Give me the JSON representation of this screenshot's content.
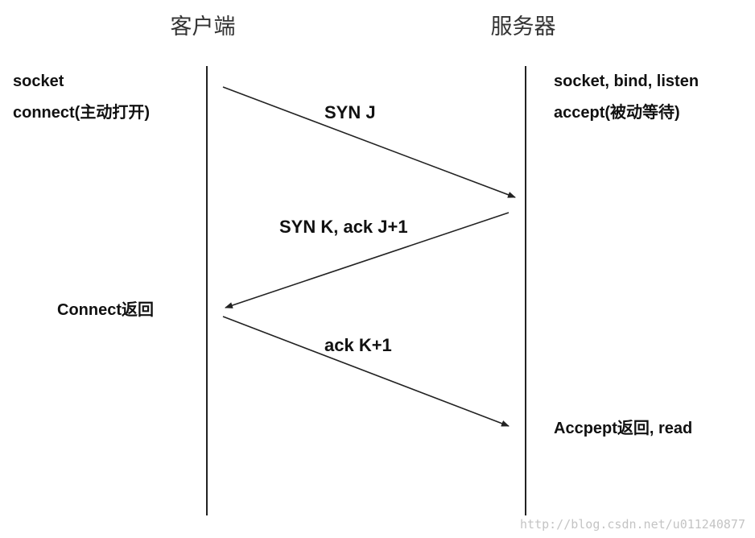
{
  "client": {
    "header": "客户端",
    "socket_label": "socket",
    "connect_label": "connect(主动打开)",
    "connect_return_label": "Connect返回"
  },
  "server": {
    "header": "服务器",
    "listen_label": "socket, bind, listen",
    "accept_label": "accept(被动等待)",
    "accept_return_label": "Accpept返回, read"
  },
  "messages": [
    {
      "label": "SYN J",
      "direction": "client-to-server"
    },
    {
      "label": "SYN K, ack J+1",
      "direction": "server-to-client"
    },
    {
      "label": "ack K+1",
      "direction": "client-to-server"
    }
  ],
  "watermark": "http://blog.csdn.net/u011240877",
  "colors": {
    "line": "#222222",
    "text": "#111111",
    "watermark": "#c4c4c4"
  }
}
